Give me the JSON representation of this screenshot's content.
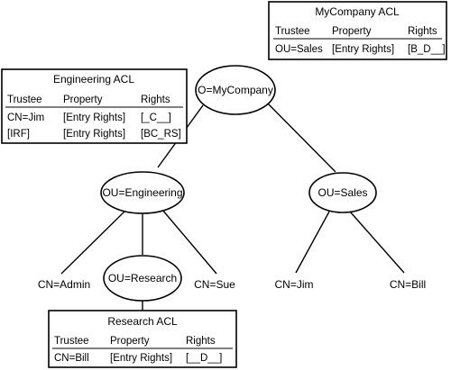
{
  "tree": {
    "root": "O=MyCompany",
    "engineering": "OU=Engineering",
    "sales": "OU=Sales",
    "research": "OU=Research",
    "admin": "CN=Admin",
    "sue": "CN=Sue",
    "jim": "CN=Jim",
    "bill": "CN=Bill"
  },
  "acls": {
    "mycompany": {
      "title": "MyCompany ACL",
      "headers": [
        "Trustee",
        "Property",
        "Rights"
      ],
      "rows": [
        [
          "OU=Sales",
          "[Entry Rights]",
          "[B_D__]"
        ]
      ]
    },
    "engineering": {
      "title": "Engineering ACL",
      "headers": [
        "Trustee",
        "Property",
        "Rights"
      ],
      "rows": [
        [
          "CN=Jim",
          "[Entry Rights]",
          "[_C__]"
        ],
        [
          "[IRF]",
          "[Entry Rights]",
          "[BC_RS]"
        ]
      ]
    },
    "research": {
      "title": "Research ACL",
      "headers": [
        "Trustee",
        "Property",
        "Rights"
      ],
      "rows": [
        [
          "CN=Bill",
          "[Entry Rights]",
          "[__D__]"
        ]
      ]
    }
  }
}
